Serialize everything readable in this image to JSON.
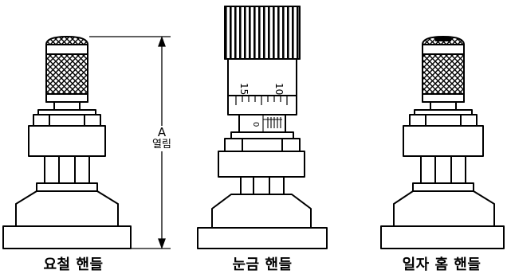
{
  "dimension": {
    "letter": "A",
    "label": "열림"
  },
  "scale": {
    "num_left": "15",
    "num_right": "10",
    "num_small": "0"
  },
  "captions": {
    "knurled": "요철 핸들",
    "graduated": "눈금 핸들",
    "slotted": "일자 홈 핸들"
  }
}
